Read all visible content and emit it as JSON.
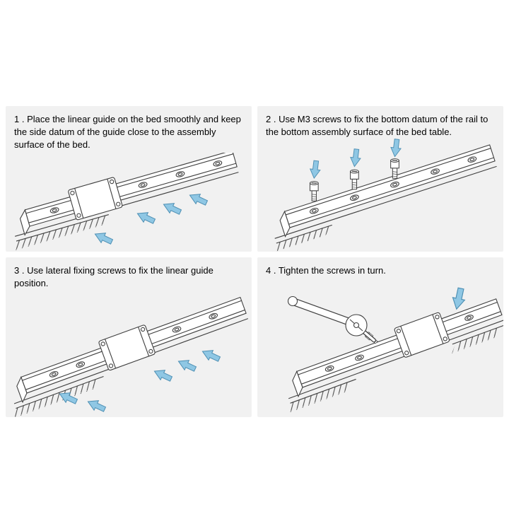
{
  "colors": {
    "page_bg": "#ffffff",
    "panel_bg": "#f1f1f1",
    "ink": "#3f3f3f",
    "arrow_fill": "#8fc7e4",
    "arrow_stroke": "#4d8fb3"
  },
  "steps": [
    {
      "text": "1 . Place the linear guide on the bed smoothly and keep the side datum of the guide close to the assembly surface of the bed."
    },
    {
      "text": "2 . Use M3 screws to fix the bottom datum of the rail to the bottom assembly surface of the bed table."
    },
    {
      "text": "3 . Use lateral fixing screws to fix the linear guide position."
    },
    {
      "text": "4 . Tighten the screws in turn."
    }
  ],
  "icons": {
    "push_arrow": "blue-direction-arrow",
    "screw": "m3-cap-screw",
    "tool": "tightening-wrench"
  }
}
